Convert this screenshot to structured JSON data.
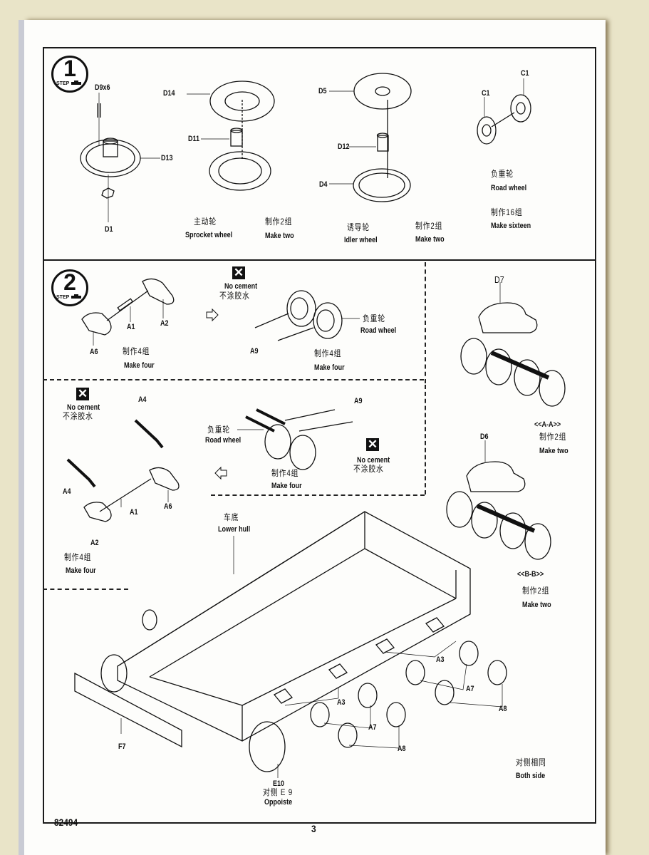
{
  "page": {
    "catalog_number": "82494",
    "page_number": "3"
  },
  "step1": {
    "step_word": "STEP",
    "step_number": "1",
    "sprocket": {
      "parts": [
        "D9x6",
        "D13",
        "D1",
        "D14",
        "D11"
      ],
      "name_cn": "主动轮",
      "name_en": "Sprocket wheel",
      "qty_cn": "制作2组",
      "qty_en": "Make two"
    },
    "idler": {
      "parts": [
        "D5",
        "D12",
        "D4"
      ],
      "name_cn": "诱导轮",
      "name_en": "Idler wheel",
      "qty_cn": "制作2组",
      "qty_en": "Make two"
    },
    "road_wheel": {
      "parts": [
        "C1",
        "C1"
      ],
      "name_cn": "负重轮",
      "name_en": "Road wheel",
      "qty_cn": "制作16组",
      "qty_en": "Make sixteen"
    }
  },
  "step2": {
    "step_word": "STEP",
    "step_number": "2",
    "no_cement_en": "No cement",
    "no_cement_cn": "不涂胶水",
    "bogie_a": {
      "parts": [
        "A1",
        "A2",
        "A6"
      ],
      "qty_cn": "制作4组",
      "qty_en": "Make four"
    },
    "road_wheel_a": {
      "parts": [
        "A9"
      ],
      "name_cn": "负重轮",
      "name_en": "Road wheel",
      "qty_cn": "制作4组",
      "qty_en": "Make four"
    },
    "bogie_b": {
      "parts": [
        "A4",
        "A4",
        "A1",
        "A2",
        "A6"
      ],
      "qty_cn": "制作4组",
      "qty_en": "Make four"
    },
    "road_wheel_b": {
      "parts": [
        "A9"
      ],
      "name_cn": "负重轮",
      "name_en": "Road wheel",
      "qty_cn": "制作4组",
      "qty_en": "Make four"
    },
    "assembly_aa": {
      "part": "D7",
      "section": "<<A-A>>",
      "qty_cn": "制作2组",
      "qty_en": "Make two"
    },
    "assembly_bb": {
      "part": "D6",
      "section": "<<B-B>>",
      "qty_cn": "制作2组",
      "qty_en": "Make two"
    },
    "hull": {
      "name_cn": "车底",
      "name_en": "Lower hull",
      "parts": [
        "A3",
        "A3",
        "A7",
        "A7",
        "A8",
        "A8",
        "F7",
        "E10"
      ],
      "opposite_cn": "对侧 E 9",
      "opposite_en": "Oppoiste",
      "both_side_cn": "对侧相同",
      "both_side_en": "Both side"
    }
  }
}
